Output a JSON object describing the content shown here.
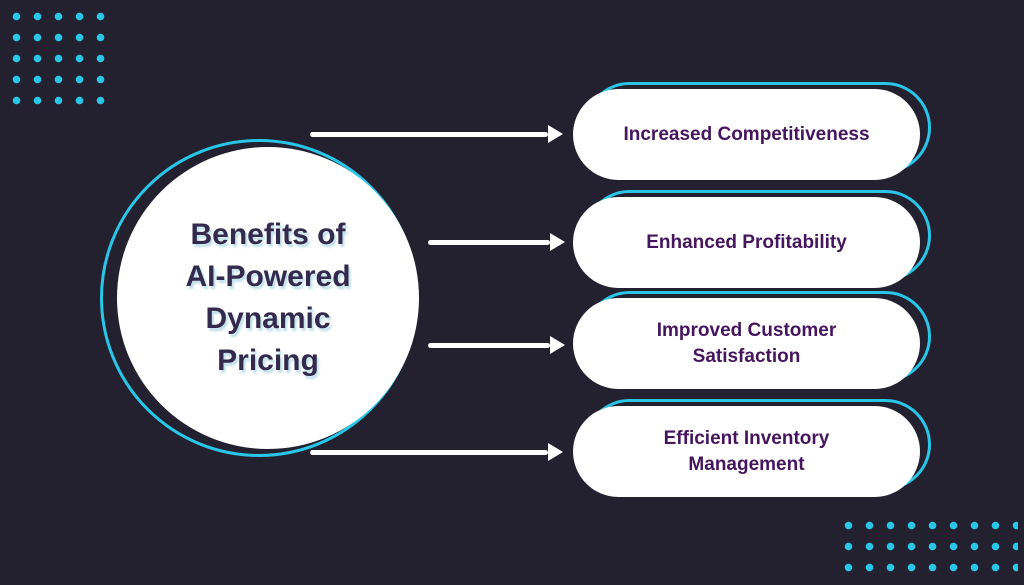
{
  "title": {
    "text": "Benefits of\nAI-Powered\nDynamic\nPricing"
  },
  "benefits": [
    {
      "label": "Increased Competitiveness"
    },
    {
      "label": "Enhanced Profitability"
    },
    {
      "label": "Improved Customer\nSatisfaction"
    },
    {
      "label": "Efficient Inventory\nManagement"
    }
  ],
  "colors": {
    "background": "#232130",
    "accent": "#29c6e8",
    "title_text": "#332a4e",
    "card_text": "#45155e",
    "card_bg": "#ffffff",
    "arrow": "#ffffff"
  }
}
